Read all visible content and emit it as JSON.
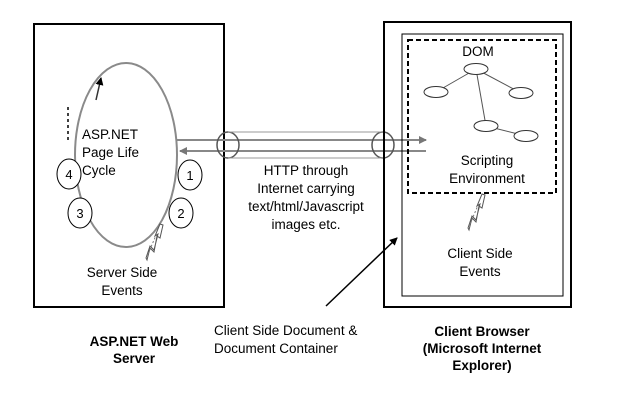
{
  "server": {
    "cycle_label": "ASP.NET\nPage Life\nCycle",
    "steps": [
      "1",
      "2",
      "3",
      "4"
    ],
    "events_label": "Server Side\nEvents",
    "caption": "ASP.NET Web\nServer"
  },
  "channel": {
    "label": "HTTP through\nInternet carrying\ntext/html/Javascript\nimages etc."
  },
  "client": {
    "dom_label": "DOM",
    "scripting_label": "Scripting\nEnvironment",
    "events_label": "Client Side\nEvents",
    "caption": "Client Browser\n(Microsoft Internet\nExplorer)"
  },
  "annotation": {
    "label": "Client Side Document &\nDocument Container"
  }
}
